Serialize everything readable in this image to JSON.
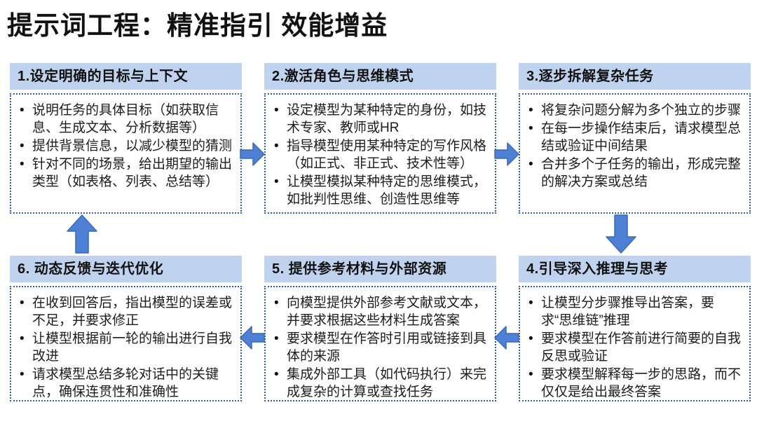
{
  "title": "提示词工程：精准指引 效能增益",
  "colors": {
    "header_bg": "#c0d3ee",
    "dotted_border": "#2e5ca6",
    "arrow_fill": "#4e80d5",
    "arrow_stroke": "#3c69b6",
    "title_color": "#111111"
  },
  "boxes": [
    {
      "header": "1.设定明确的目标与上下文",
      "bullets": [
        "说明任务的具体目标（如获取信息、生成文本、分析数据等）",
        "提供背景信息，以减少模型的猜测",
        "针对不同的场景，给出期望的输出类型（如表格、列表、总结等）"
      ]
    },
    {
      "header": "2.激活角色与思维模式",
      "bullets": [
        "设定模型为某种特定的身份，如技术专家、教师或HR",
        "指导模型使用某种特定的写作风格（如正式、非正式、技术性等）",
        "让模型模拟某种特定的思维模式，如批判性思维、创造性思维等"
      ]
    },
    {
      "header": "3.逐步拆解复杂任务",
      "bullets": [
        "将复杂问题分解为多个独立的步骤",
        "在每一步操作结束后，请求模型总结或验证中间结果",
        "合并多个子任务的输出，形成完整的解决方案或总结"
      ]
    },
    {
      "header": "4.引导深入推理与思考",
      "bullets": [
        "让模型分步骤推导出答案，要求“思维链”推理",
        "要求模型在作答前进行简要的自我反思或验证",
        "要求模型解释每一步的思路，而不仅仅是给出最终答案"
      ]
    },
    {
      "header": "5. 提供参考材料与外部资源",
      "bullets": [
        "向模型提供外部参考文献或文本，并要求根据这些材料生成答案",
        "要求模型在作答时引用或链接到具体的来源",
        "集成外部工具（如代码执行）来完成复杂的计算或查找任务"
      ]
    },
    {
      "header": "6. 动态反馈与迭代优化",
      "bullets": [
        "在收到回答后，指出模型的误差或不足，并要求修正",
        "让模型根据前一轮的输出进行自我改进",
        "请求模型总结多轮对话中的关键点，确保连贯性和准确性"
      ]
    }
  ],
  "arrows": [
    {
      "name": "arrow-1-2",
      "direction": "right"
    },
    {
      "name": "arrow-2-3",
      "direction": "right"
    },
    {
      "name": "arrow-3-4",
      "direction": "down"
    },
    {
      "name": "arrow-4-5",
      "direction": "left"
    },
    {
      "name": "arrow-5-6",
      "direction": "left"
    },
    {
      "name": "arrow-6-1",
      "direction": "up"
    }
  ]
}
